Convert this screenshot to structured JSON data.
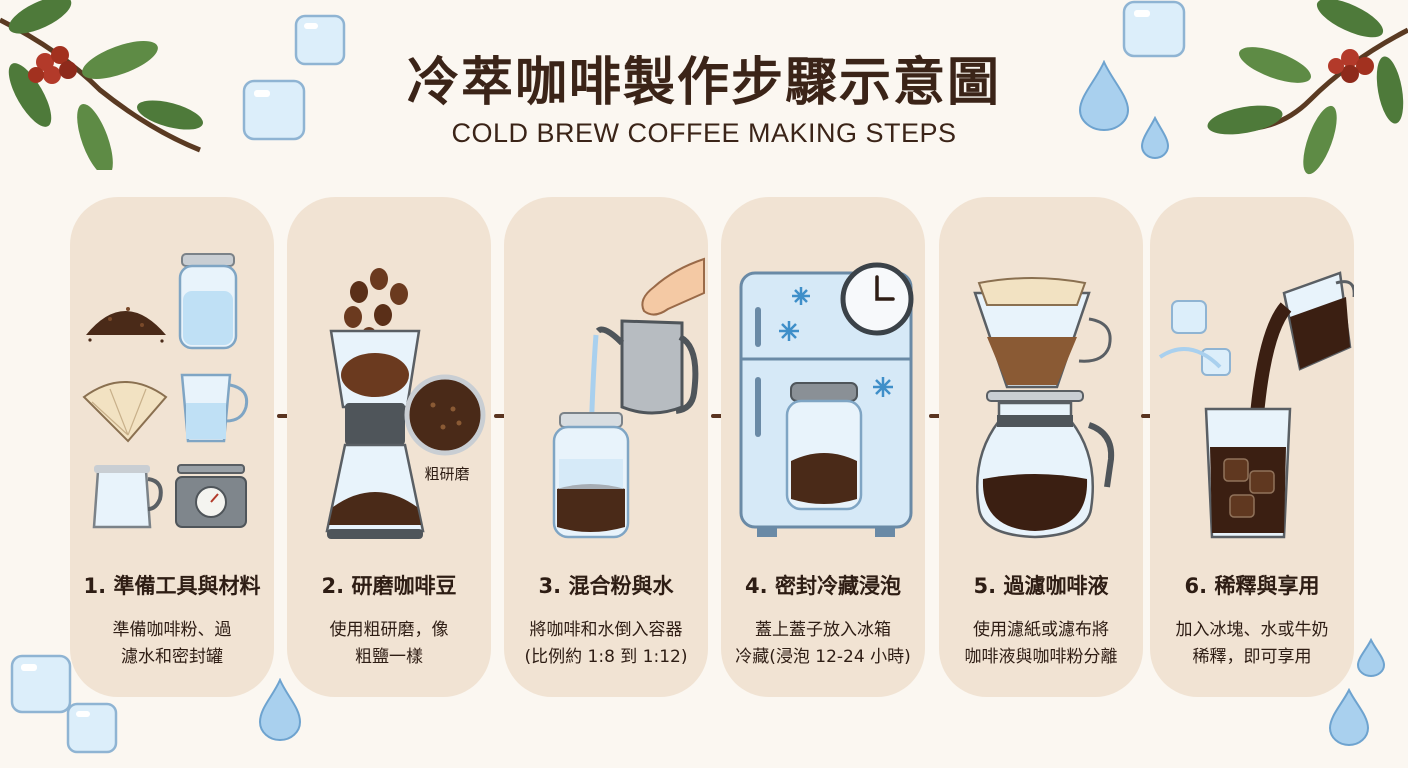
{
  "header": {
    "title": "冷萃咖啡製作步驟示意圖",
    "subtitle": "COLD BREW COFFEE MAKING STEPS"
  },
  "steps": [
    {
      "title": "1. 準備工具與材料",
      "desc": [
        "準備咖啡粉、過",
        "濾水和密封罐"
      ]
    },
    {
      "title": "2. 研磨咖啡豆",
      "desc": [
        "使用粗研磨，像",
        "粗鹽一樣"
      ],
      "label": "粗研磨"
    },
    {
      "title": "3. 混合粉與水",
      "desc": [
        "將咖啡和水倒入容器",
        "(比例約 1:8 到 1:12)"
      ]
    },
    {
      "title": "4. 密封冷藏浸泡",
      "desc": [
        "蓋上蓋子放入冰箱",
        "冷藏(浸泡 12-24 小時)"
      ]
    },
    {
      "title": "5. 過濾咖啡液",
      "desc": [
        "使用濾紙或濾布將",
        "咖啡液與咖啡粉分離"
      ]
    },
    {
      "title": "6. 稀釋與享用",
      "desc": [
        "加入冰塊、水或牛奶",
        "稀釋，即可享用"
      ]
    }
  ],
  "icons": {
    "arrow": "arrow-right-icon",
    "decorations": [
      "coffee-branch-icon",
      "ice-cube-icon",
      "water-drop-icon"
    ]
  },
  "colors": {
    "background": "#fbf7f1",
    "card": "#f1e3d3",
    "text": "#3b2418",
    "coffee": "#5a3420",
    "leaf": "#4e7a3a",
    "ice": "#dceefa"
  }
}
